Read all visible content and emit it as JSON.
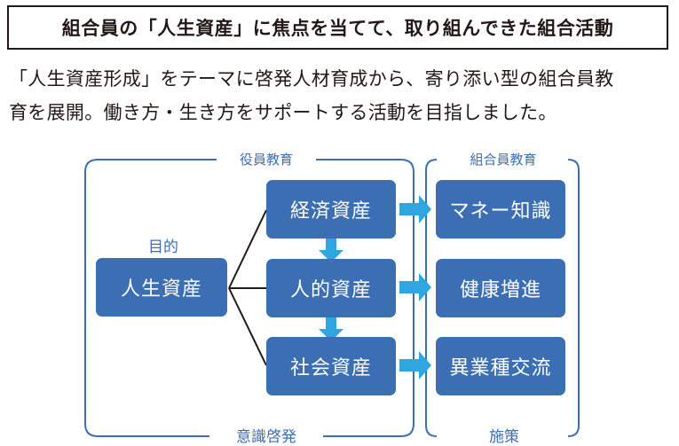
{
  "title": "組合員の「人生資産」に焦点を当てて、取り組んできた組合活動",
  "intro": [
    "「人生資産形成」をテーマに啓発人材育成から、寄り添い型の組合員教",
    "育を展開。働き方・生き方をサポートする活動を目指しました。"
  ],
  "diagram": {
    "left_group": {
      "top_label": "役員教育",
      "bottom_label": "意識啓発"
    },
    "right_group": {
      "top_label": "組合員教育",
      "bottom_label": "施策"
    },
    "purpose_label": "目的",
    "purpose_box": "人生資産",
    "assets": [
      "経済資産",
      "人的資産",
      "社会資産"
    ],
    "measures": [
      "マネー知識",
      "健康増進",
      "異業種交流"
    ],
    "colors": {
      "box": "#3c6eb4",
      "arrow": "#2ea7e0",
      "frame": "#3c6eb4",
      "text": "#231815"
    }
  }
}
